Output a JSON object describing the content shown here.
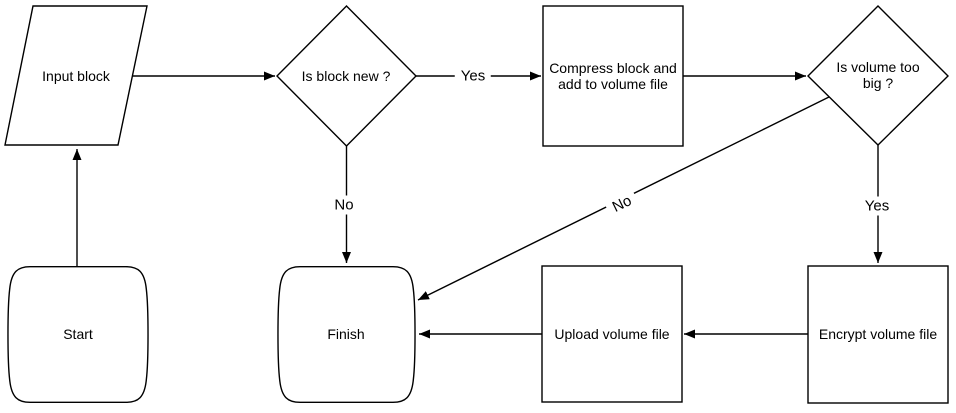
{
  "diagram": {
    "background_color": "#ffffff",
    "stroke_color": "#000000",
    "text_color": "#000000"
  },
  "nodes": {
    "input_block": {
      "label": "Input block",
      "shape": "parallelogram"
    },
    "is_block_new": {
      "label": "Is block new ?",
      "shape": "decision-diamond"
    },
    "compress_block": {
      "label": "Compress block and add to volume file",
      "shape": "process-rectangle"
    },
    "is_volume_too_big": {
      "label": "Is volume too big ?",
      "shape": "decision-diamond"
    },
    "start": {
      "label": "Start",
      "shape": "terminator"
    },
    "finish": {
      "label": "Finish",
      "shape": "terminator"
    },
    "upload_volume_file": {
      "label": "Upload volume file",
      "shape": "process-rectangle"
    },
    "encrypt_volume_file": {
      "label": "Encrypt volume file",
      "shape": "process-rectangle"
    }
  },
  "edges": {
    "start_to_input": {
      "from": "start",
      "to": "input_block"
    },
    "input_to_is_block_new": {
      "from": "input_block",
      "to": "is_block_new"
    },
    "is_block_new_yes": {
      "from": "is_block_new",
      "to": "compress_block",
      "label": "Yes"
    },
    "is_block_new_no": {
      "from": "is_block_new",
      "to": "finish",
      "label": "No"
    },
    "compress_to_is_volume": {
      "from": "compress_block",
      "to": "is_volume_too_big"
    },
    "is_volume_too_big_yes": {
      "from": "is_volume_too_big",
      "to": "encrypt_volume_file",
      "label": "Yes"
    },
    "is_volume_too_big_no": {
      "from": "is_volume_too_big",
      "to": "finish",
      "label": "No"
    },
    "encrypt_to_upload": {
      "from": "encrypt_volume_file",
      "to": "upload_volume_file"
    },
    "upload_to_finish": {
      "from": "upload_volume_file",
      "to": "finish"
    }
  }
}
